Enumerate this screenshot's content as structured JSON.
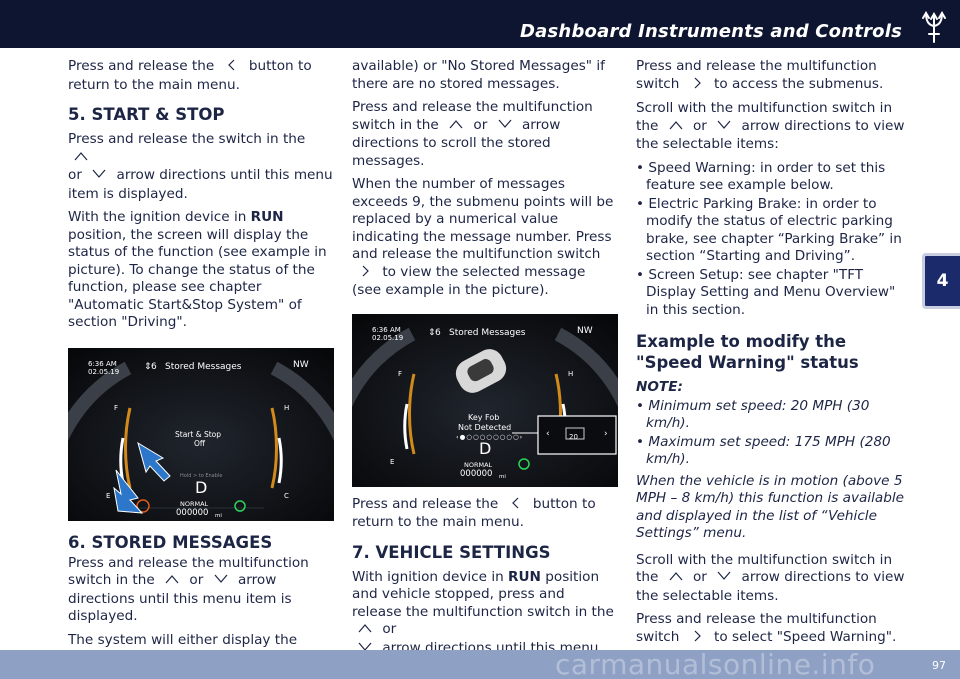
{
  "header": {
    "title": "Dashboard Instruments and Controls",
    "logo": "trident-logo"
  },
  "chapter_tab": "4",
  "footer": {
    "page_number": "97",
    "watermark": "carmanualsonline.info"
  },
  "col1": {
    "p_return_pre": "Press and release the ",
    "p_return_post": " button to return to the main menu.",
    "h_start_stop": "5. START & STOP",
    "p_press_switch_pre": "Press and release the switch in the ",
    "p_press_switch_or": "or ",
    "p_press_switch_post": " arrow directions until this menu item is displayed.",
    "p_ignition_pre": "With the ignition device in ",
    "p_ignition_run": "RUN",
    "p_ignition_post": " position, the screen will display the status of the function (see example in picture). To change the status of the function, please see chapter \"Automatic Start&Stop System\" of section \"Driving\".",
    "h_stored": "6. STORED MESSAGES",
    "p_stored_pre": "Press and release the multifunction switch in the ",
    "p_stored_or": " or ",
    "p_stored_post": " arrow directions until this menu item is displayed.",
    "p_system": "The system will either display the number of the stored messages (if any"
  },
  "col2": {
    "p_available": "available) or \"No Stored Messages\" if there are no stored messages.",
    "p_scroll_pre": "Press and release the multifunction switch in the ",
    "p_scroll_or": " or ",
    "p_scroll_post": " arrow directions to scroll the stored messages.",
    "p_number": "When the number of messages exceeds 9, the submenu points will be replaced by a numerical value indicating the message number. Press and release the multifunction switch ",
    "p_number_post": " to view the selected message (see example in the picture).",
    "p_return_pre": "Press and release the ",
    "p_return_post": " button to return to the main menu.",
    "h_vehicle": "7. VEHICLE SETTINGS",
    "p_vehicle_pre": "With ignition device in ",
    "p_vehicle_run": "RUN",
    "p_vehicle_mid": " position and vehicle stopped, press and release the multifunction switch in the ",
    "p_vehicle_or": " or ",
    "p_vehicle_post": " arrow directions until this menu item is displayed."
  },
  "col3": {
    "p_submenu_pre": "Press and release the multifunction switch ",
    "p_submenu_post": " to access the submenus.",
    "p_scroll_pre": "Scroll with the multifunction switch in the ",
    "p_scroll_or": " or ",
    "p_scroll_post": " arrow directions to view the selectable items:",
    "items": [
      "• Speed Warning: in order to set this feature see example below.",
      "• Electric Parking Brake: in order to modify the status of electric parking brake, see chapter “Parking Brake” in section “Starting and Driving”.",
      "• Screen Setup: see chapter \"TFT Display Setting and Menu Overview\" in this section."
    ],
    "h_example": "Example to modify the \"Speed Warning\" status",
    "note_title": "NOTE:",
    "notes": [
      "• Minimum set speed: 20 MPH (30 km/h).",
      "• Maximum set speed: 175 MPH (280 km/h)."
    ],
    "note_motion": "When the vehicle is in motion (above 5 MPH – 8 km/h) this function is available and displayed in the list of “Vehicle Settings” menu.",
    "p_scroll2_pre": "Scroll with the multifunction switch in the ",
    "p_scroll2_or": " or ",
    "p_scroll2_post": " arrow directions to view the selectable items.",
    "p_select_pre": "Press and release the multifunction switch ",
    "p_select_post": " to select \"Speed Warning\"."
  },
  "cluster1": {
    "time": "6:36 AM",
    "date": "02.05.19",
    "count": "6",
    "menu": "Stored Messages",
    "heading": "NW",
    "gauge_f": "F",
    "gauge_e": "E",
    "gauge_h": "H",
    "gauge_c": "C",
    "status_1": "Start & Stop",
    "status_2": "Off",
    "hint": "Hold > to Enable",
    "gear": "D",
    "mode": "NORMAL",
    "odometer": "000000",
    "unit": "mi"
  },
  "cluster2": {
    "time": "6:36 AM",
    "date": "02.05.19",
    "count": "6",
    "menu": "Stored Messages",
    "heading": "NW",
    "gauge_f": "F",
    "gauge_e": "E",
    "gauge_h": "H",
    "msg_1": "Key Fob",
    "msg_2": "Not Detected",
    "msg_number": "20",
    "gear": "D",
    "mode": "NORMAL",
    "odometer": "000000",
    "unit": "mi"
  }
}
